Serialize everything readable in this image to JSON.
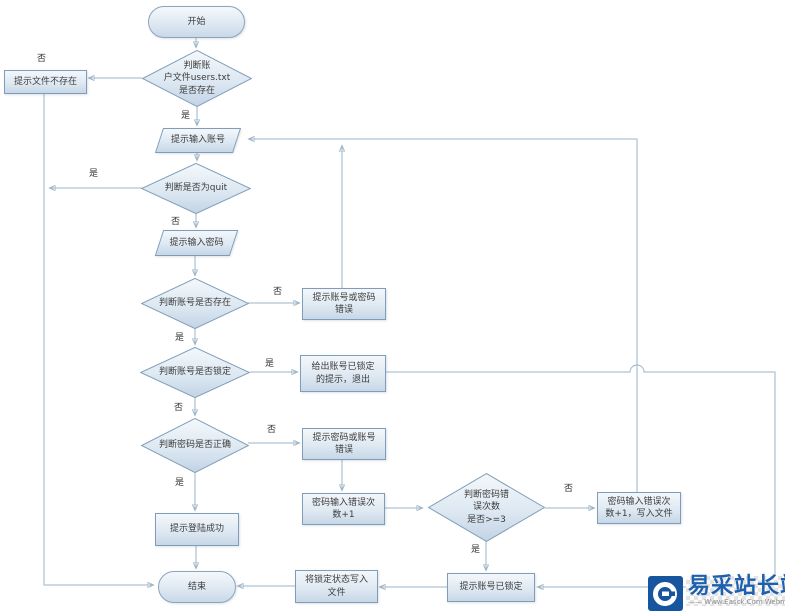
{
  "flowchart": {
    "nodes": {
      "start": {
        "label": "开始"
      },
      "check_file": {
        "label": "判断账\n户文件users.txt\n是否存在"
      },
      "file_missing": {
        "label": "提示文件不存在"
      },
      "input_account": {
        "label": "提示输入账号"
      },
      "check_quit": {
        "label": "判断是否为quit"
      },
      "input_password": {
        "label": "提示输入密码"
      },
      "check_account_exists": {
        "label": "判断账号是否存在"
      },
      "account_or_password_error": {
        "label": "提示账号或密码\n错误"
      },
      "check_account_locked": {
        "label": "判断账号是否锁定"
      },
      "locked_exit_prompt": {
        "label": "给出账号已锁定\n的提示，退出"
      },
      "check_password": {
        "label": "判断密码是否正确"
      },
      "password_or_account_error": {
        "label": "提示密码或账号\n错误"
      },
      "error_count_inc": {
        "label": "密码输入错误次\n数+1"
      },
      "check_error_count": {
        "label": "判断密码错\n误次数\n是否>=3"
      },
      "error_count_inc_write": {
        "label": "密码输入错误次\n数+1，写入文件"
      },
      "login_success": {
        "label": "提示登陆成功"
      },
      "account_locked_prompt": {
        "label": "提示账号已锁定"
      },
      "write_lock_state": {
        "label": "将锁定状态写入\n文件"
      },
      "end": {
        "label": "结束"
      }
    },
    "edge_labels": {
      "no_file": "否",
      "yes_file": "是",
      "yes_quit": "是",
      "no_quit": "否",
      "no_account_exists": "否",
      "yes_account_exists": "是",
      "yes_locked": "是",
      "no_locked": "否",
      "no_password_correct": "否",
      "yes_password_correct": "是",
      "no_count_ge3": "否",
      "yes_count_ge3": "是"
    }
  },
  "watermark": {
    "brand": "易采站长站",
    "tagline": "—— Www.Easck.Com Webmaster"
  },
  "colors": {
    "node_border": "#7f9db9",
    "node_fill_top": "#f3f7fb",
    "node_fill_bottom": "#c7d7e7",
    "line": "#9db4c7",
    "arrow": "#4a6c8c",
    "brand_blue": "#1d61ae",
    "logo_square_blue": "#17569e"
  }
}
